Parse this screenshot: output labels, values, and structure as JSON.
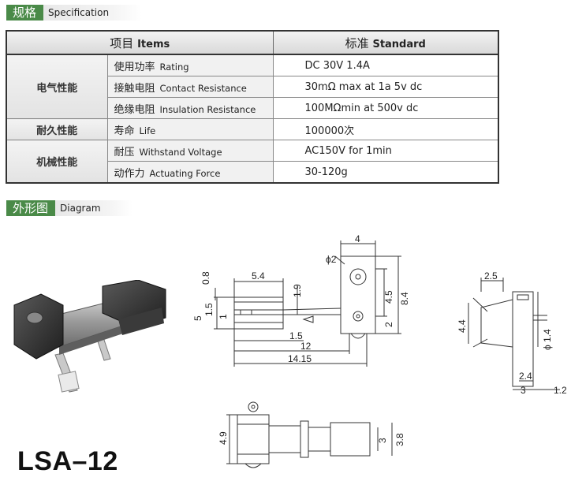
{
  "spec_section": {
    "title_zh": "规格",
    "title_en": "Specification"
  },
  "table": {
    "header": {
      "items_zh": "项目",
      "items_en": "Items",
      "standard_zh": "标准",
      "standard_en": "Standard"
    },
    "groups": [
      {
        "name": "电气性能",
        "rows": [
          {
            "zh": "使用功率",
            "en": "Rating",
            "standard": "DC 30V 1.4A"
          },
          {
            "zh": "接触电阻",
            "en": "Contact Resistance",
            "standard": "30mΩ max at 1a 5v dc"
          },
          {
            "zh": "绝缘电阻",
            "en": "Insulation Resistance",
            "standard": "100MΩmin at 500v dc"
          }
        ]
      },
      {
        "name": "耐久性能",
        "rows": [
          {
            "zh": "寿命",
            "en": "Life",
            "standard": "100000次"
          }
        ]
      },
      {
        "name": "机械性能",
        "rows": [
          {
            "zh": "耐压",
            "en": "Withstand Voltage",
            "standard": "AC150V for 1min"
          },
          {
            "zh": "动作力",
            "en": "Actuating Force",
            "standard": "30-120g"
          }
        ]
      }
    ]
  },
  "diagram_section": {
    "title_zh": "外形图",
    "title_en": "Diagram"
  },
  "dimensions": {
    "top_width": "4",
    "hole_dia": "ϕ2",
    "d_0_8": "0.8",
    "d_5_4": "5.4",
    "d_1_9": "1.9",
    "d_5": "5",
    "d_1_5_left": "1.5",
    "d_1": "1",
    "d_4_5": "4.5",
    "d_8_4": "8.4",
    "d_2": "2",
    "d_1_5_bottom": "1.5",
    "d_12": "12",
    "d_14_15": "14.15",
    "side_2_5": "2.5",
    "side_4_4": "4.4",
    "side_dia_1_4": "ϕ 1.4",
    "side_2_4": "2.4",
    "side_3": "3",
    "side_1_2": "1.2",
    "bottom_4_9": "4.9",
    "bottom_3": "3",
    "bottom_3_8": "3.8"
  },
  "model": "LSA–12"
}
